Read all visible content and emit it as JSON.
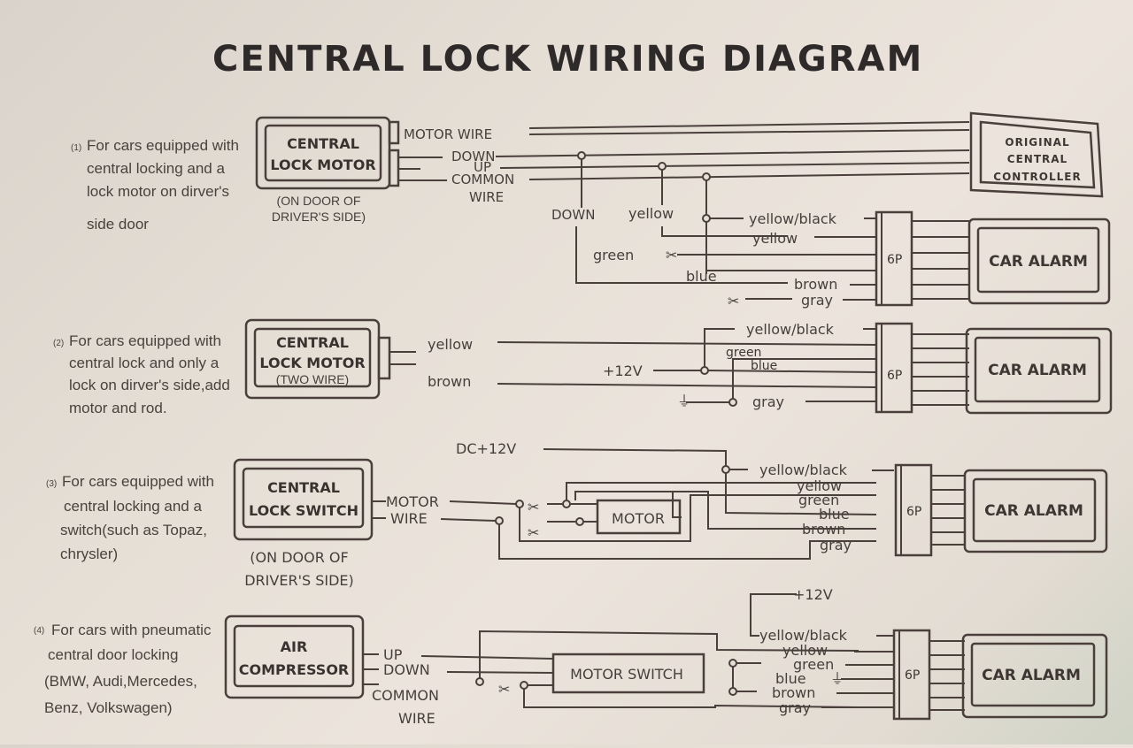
{
  "title": "CENTRAL LOCK WIRING DIAGRAM",
  "sections": [
    {
      "number": "(1)",
      "description": [
        "For cars equipped with",
        "central locking and a",
        "lock motor on dirver's",
        "side door"
      ],
      "device": {
        "line1": "CENTRAL",
        "line2": "LOCK MOTOR"
      },
      "device_note": [
        "(ON DOOR OF",
        "DRIVER'S SIDE)"
      ],
      "wires": {
        "motor_wire": "MOTOR WIRE",
        "down": "DOWN",
        "up": "UP",
        "common": "COMMON",
        "common2": "WIRE"
      },
      "controller": {
        "line1": "ORIGINAL",
        "line2": "CENTRAL",
        "line3": "CONTROLLER"
      },
      "tap_labels": {
        "down": "DOWN",
        "yellow": "yellow",
        "green": "green",
        "blue": "blue"
      },
      "connector": "6P",
      "alarm": "CAR ALARM",
      "alarm_wires": [
        "yellow/black",
        "yellow",
        "brown",
        "gray"
      ]
    },
    {
      "number": "(2)",
      "description": [
        "For cars equipped with",
        "central lock and only a",
        "lock  on dirver's side,add",
        "motor and rod."
      ],
      "device": {
        "line1": "CENTRAL",
        "line2": "LOCK MOTOR",
        "line3": "(TWO WIRE)"
      },
      "wires": {
        "yellow": "yellow",
        "brown": "brown"
      },
      "power": "+12V",
      "connector": "6P",
      "alarm": "CAR ALARM",
      "alarm_wires": [
        "yellow/black",
        "green",
        "blue",
        "gray"
      ]
    },
    {
      "number": "(3)",
      "description": [
        "For cars equipped with",
        "central locking  and a",
        "switch(such as Topaz,",
        "chrysler)"
      ],
      "device": {
        "line1": "CENTRAL",
        "line2": "LOCK SWITCH"
      },
      "device_note": [
        "(ON DOOR OF",
        "DRIVER'S SIDE)"
      ],
      "wires": {
        "motor": "MOTOR",
        "wire": "WIRE"
      },
      "power": "DC+12V",
      "motor": "MOTOR",
      "connector": "6P",
      "alarm": "CAR ALARM",
      "alarm_wires": [
        "yellow/black",
        "yellow",
        "green",
        "blue",
        "brown",
        "gray"
      ]
    },
    {
      "number": "(4)",
      "description": [
        "For cars  with pneumatic",
        "central door locking",
        "(BMW, Audi,Mercedes,",
        "Benz,   Volkswagen)"
      ],
      "device": {
        "line1": "AIR",
        "line2": "COMPRESSOR"
      },
      "wires": {
        "up": "UP",
        "down": "DOWN",
        "common": "COMMON",
        "common2": "WIRE"
      },
      "motor_switch": "MOTOR SWITCH",
      "power": "+12V",
      "connector": "6P",
      "alarm": "CAR ALARM",
      "alarm_wires": [
        "yellow/black",
        "yellow",
        "green",
        "blue",
        "brown",
        "gray"
      ]
    }
  ]
}
